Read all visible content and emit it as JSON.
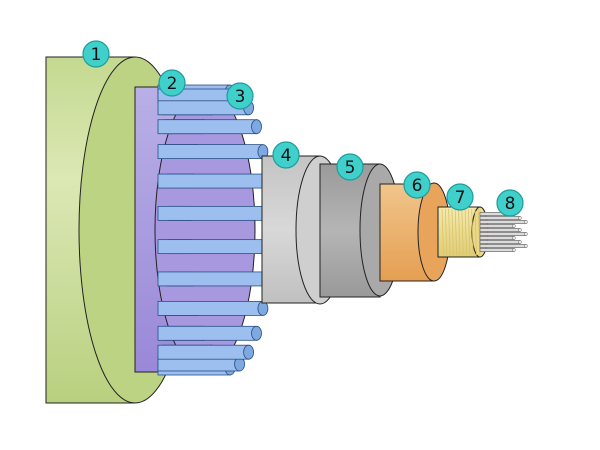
{
  "diagram": {
    "layer_colors": {
      "jacket": "#c4d98f",
      "jacket_light": "#dce8b5",
      "sheath": "#a898e0",
      "sheath_light": "#b9b0e6",
      "armor_wire": "#7ea9e0",
      "armor_wire_light": "#9dbff0",
      "bedding": "#d3d3d3",
      "screen": "#aaaaaa",
      "insulation": "#e9a85e",
      "insulation_light": "#f1c58c",
      "conductor_tape": "#f3e39a",
      "conductor_tape_dark": "#d8c46a",
      "strands": "#dcdcdc",
      "badge_fill": "#3fd0cc",
      "badge_stroke": "#1f9c9a"
    },
    "labels": [
      {
        "id": "layer-1",
        "text": "1"
      },
      {
        "id": "layer-2",
        "text": "2"
      },
      {
        "id": "layer-3",
        "text": "3"
      },
      {
        "id": "layer-4",
        "text": "4"
      },
      {
        "id": "layer-5",
        "text": "5"
      },
      {
        "id": "layer-6",
        "text": "6"
      },
      {
        "id": "layer-7",
        "text": "7"
      },
      {
        "id": "layer-8",
        "text": "8"
      }
    ]
  }
}
